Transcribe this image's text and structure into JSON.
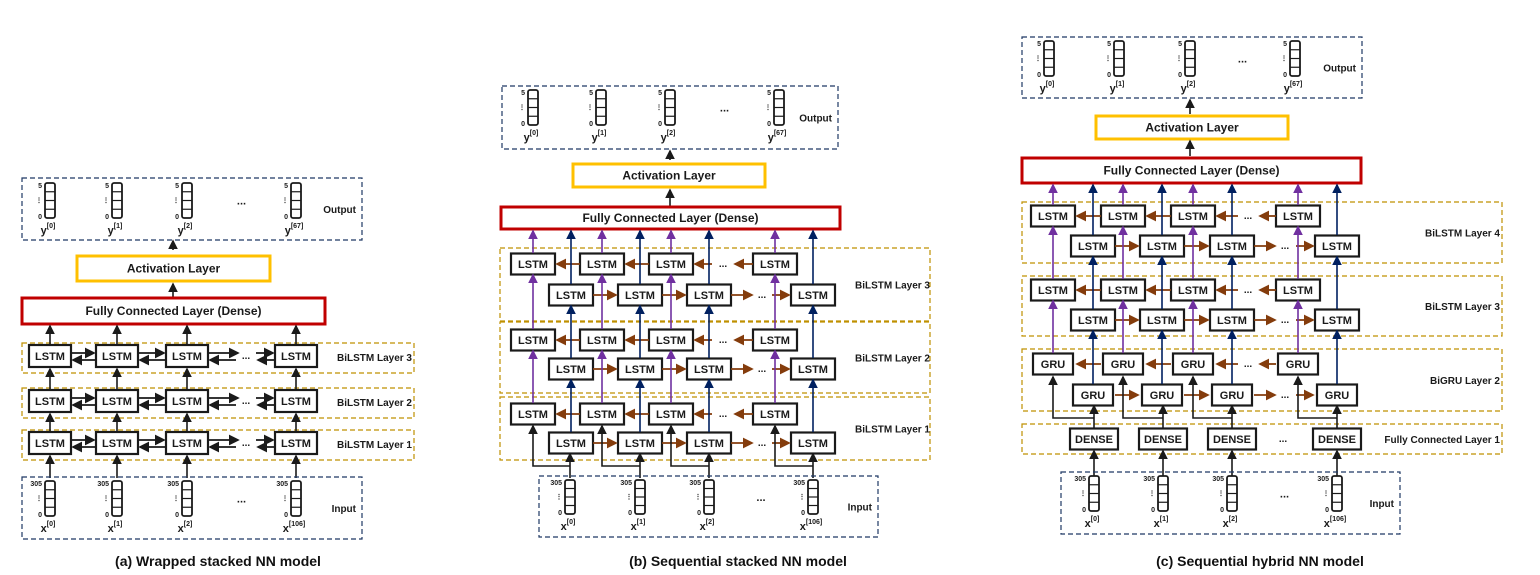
{
  "colors": {
    "dense_border": "#c00000",
    "activation_border": "#ffc000",
    "io_border": "#1f3864",
    "layer_border": "#bf9000",
    "arrow_forward": "#843c0c",
    "arrow_up_a": "#7030a0",
    "arrow_up_b": "#002060",
    "cell_border": "#1a1a1a"
  },
  "common": {
    "lstm": "LSTM",
    "gru": "GRU",
    "dense": "DENSE",
    "ellipsis": "...",
    "vdots": "⋮",
    "output_dim_top": "5",
    "output_dim_bottom": "0",
    "input_dim_top": "305",
    "input_dim_bottom": "0",
    "activation_label": "Activation Layer",
    "dense_layer_label": "Fully Connected Layer (Dense)",
    "output_label": "Output",
    "input_label": "Input"
  },
  "panels": {
    "a": {
      "caption": "(a) Wrapped stacked NN model",
      "y_labels": [
        {
          "base": "y",
          "sup": "[0]"
        },
        {
          "base": "y",
          "sup": "[1]"
        },
        {
          "base": "y",
          "sup": "[2]"
        },
        {
          "base": "y",
          "sup": "[67]"
        }
      ],
      "x_labels": [
        {
          "base": "x",
          "sup": "[0]"
        },
        {
          "base": "x",
          "sup": "[1]"
        },
        {
          "base": "x",
          "sup": "[2]"
        },
        {
          "base": "x",
          "sup": "[106]"
        }
      ],
      "layer_labels": [
        "BiLSTM Layer 3",
        "BiLSTM Layer 2",
        "BiLSTM Layer 1"
      ]
    },
    "b": {
      "caption": "(b) Sequential stacked NN model",
      "y_labels": [
        {
          "base": "y",
          "sup": "[0]"
        },
        {
          "base": "y",
          "sup": "[1]"
        },
        {
          "base": "y",
          "sup": "[2]"
        },
        {
          "base": "y",
          "sup": "[67]"
        }
      ],
      "x_labels": [
        {
          "base": "x",
          "sup": "[0]"
        },
        {
          "base": "x",
          "sup": "[1]"
        },
        {
          "base": "x",
          "sup": "[2]"
        },
        {
          "base": "x",
          "sup": "[106]"
        }
      ],
      "layer_labels": [
        "BiLSTM Layer 3",
        "BiLSTM Layer 2",
        "BiLSTM Layer 1"
      ]
    },
    "c": {
      "caption": "(c) Sequential hybrid NN model",
      "y_labels": [
        {
          "base": "y",
          "sup": "[0]"
        },
        {
          "base": "y",
          "sup": "[1]"
        },
        {
          "base": "y",
          "sup": "[2]"
        },
        {
          "base": "y",
          "sup": "[67]"
        }
      ],
      "x_labels": [
        {
          "base": "x",
          "sup": "[0]"
        },
        {
          "base": "x",
          "sup": "[1]"
        },
        {
          "base": "x",
          "sup": "[2]"
        },
        {
          "base": "x",
          "sup": "[106]"
        }
      ],
      "layer_labels": [
        "BiLSTM Layer 4",
        "BiLSTM Layer 3",
        "BiGRU Layer 2",
        "Fully Connected Layer 1"
      ]
    }
  }
}
